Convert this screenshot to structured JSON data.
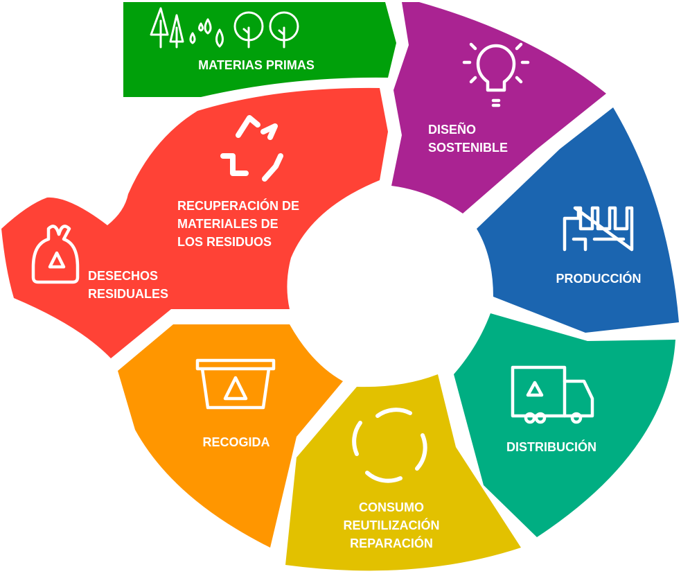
{
  "segments": {
    "materias_primas": {
      "label": "MATERIAS PRIMAS",
      "color": "#00A00A",
      "icon": "trees-water-icon"
    },
    "diseno": {
      "line1": "DISEÑO",
      "line2": "SOSTENIBLE",
      "color": "#AA2392",
      "icon": "lightbulb-icon"
    },
    "produccion": {
      "label": "PRODUCCIÓN",
      "color": "#1B65B0",
      "icon": "factory-icon"
    },
    "distribucion": {
      "label": "DISTRIBUCIÓN",
      "color": "#00AE82",
      "icon": "truck-icon"
    },
    "consumo": {
      "line1": "CONSUMO",
      "line2": "REUTILIZACIÓN",
      "line3": "REPARACIÓN",
      "color": "#E2C100",
      "icon": "cycle-arrows-icon"
    },
    "recogida": {
      "label": "RECOGIDA",
      "color": "#FF9600",
      "icon": "recycling-bin-icon"
    },
    "recuperacion": {
      "line1": "RECUPERACIÓN DE",
      "line2": "MATERIALES DE",
      "line3": "LOS RESIDUOS",
      "color": "#FF4236",
      "icon": "recycle-icon"
    },
    "desechos": {
      "line1": "DESECHOS",
      "line2": "RESIDUALES",
      "icon": "garbage-bag-icon"
    }
  }
}
